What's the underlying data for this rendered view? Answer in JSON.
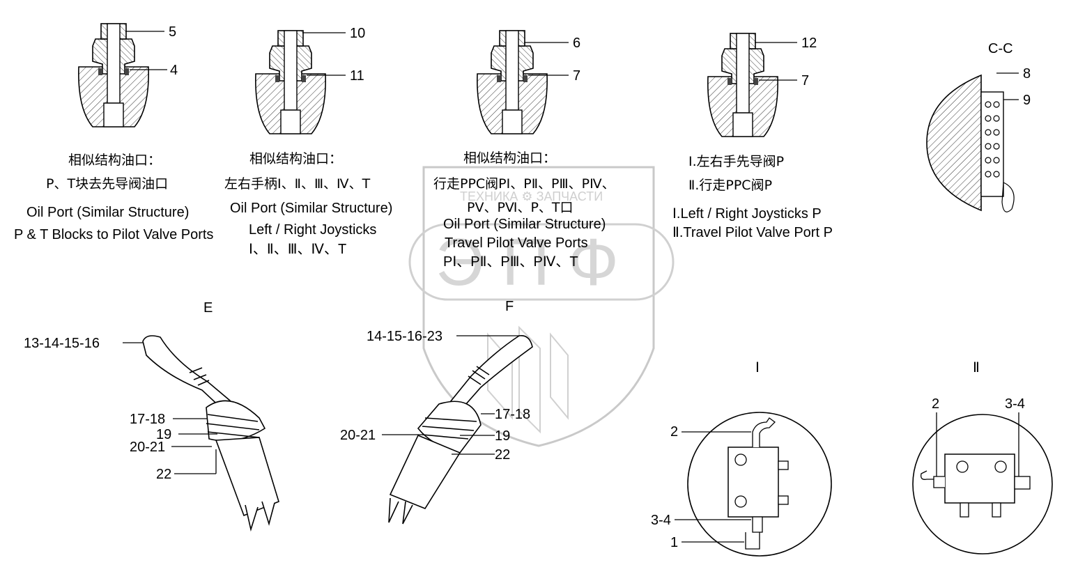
{
  "watermark": {
    "brand_line": "ТЕХНИКА ⚙ ЗАПЧАСТИ",
    "logo_letters": "ЭПФ"
  },
  "views": {
    "cc": "C-C",
    "e": "E",
    "f": "F",
    "i": "Ⅰ",
    "ii": "Ⅱ"
  },
  "callouts": {
    "v1": [
      "5",
      "4"
    ],
    "v2": [
      "10",
      "11"
    ],
    "v3": [
      "6",
      "7"
    ],
    "v4": [
      "12",
      "7"
    ],
    "cc": [
      "8",
      "9"
    ],
    "e": [
      "13-14-15-16",
      "17-18",
      "19",
      "20-21",
      "22"
    ],
    "f": [
      "14-15-16-23",
      "17-18",
      "20-21",
      "19",
      "22"
    ],
    "i": [
      "2",
      "3-4",
      "1"
    ],
    "ii": [
      "2",
      "3-4"
    ]
  },
  "notes": {
    "col1": {
      "cn1": "相似结构油口：",
      "cn2": "P、T块去先导阀油口",
      "en1": "Oil Port (Similar Structure)",
      "en2": "P & T Blocks to Pilot Valve Ports"
    },
    "col2": {
      "cn1": "相似结构油口：",
      "cn2": "左右手柄Ⅰ、Ⅱ、Ⅲ、Ⅳ、T",
      "en1": "Oil Port (Similar Structure)",
      "en2": "Left / Right Joysticks",
      "en3": "Ⅰ、Ⅱ、Ⅲ、Ⅳ、T"
    },
    "col3": {
      "cn1": "相似结构油口：",
      "cn2": "行走PPC阀PⅠ、PⅡ、PⅢ、PⅣ、",
      "cn3": "PⅤ、PⅥ、P、T口",
      "en1": "Oil Port (Similar Structure)",
      "en2": "Travel Pilot Valve Ports",
      "en3": "PⅠ、PⅡ、PⅢ、PⅣ、T"
    },
    "col4": {
      "cn1": "Ⅰ.左右手先导阀P",
      "cn2": "Ⅱ.行走PPC阀P",
      "en1": "Ⅰ.Left / Right Joysticks P",
      "en2": "Ⅱ.Travel Pilot Valve Port P"
    }
  }
}
